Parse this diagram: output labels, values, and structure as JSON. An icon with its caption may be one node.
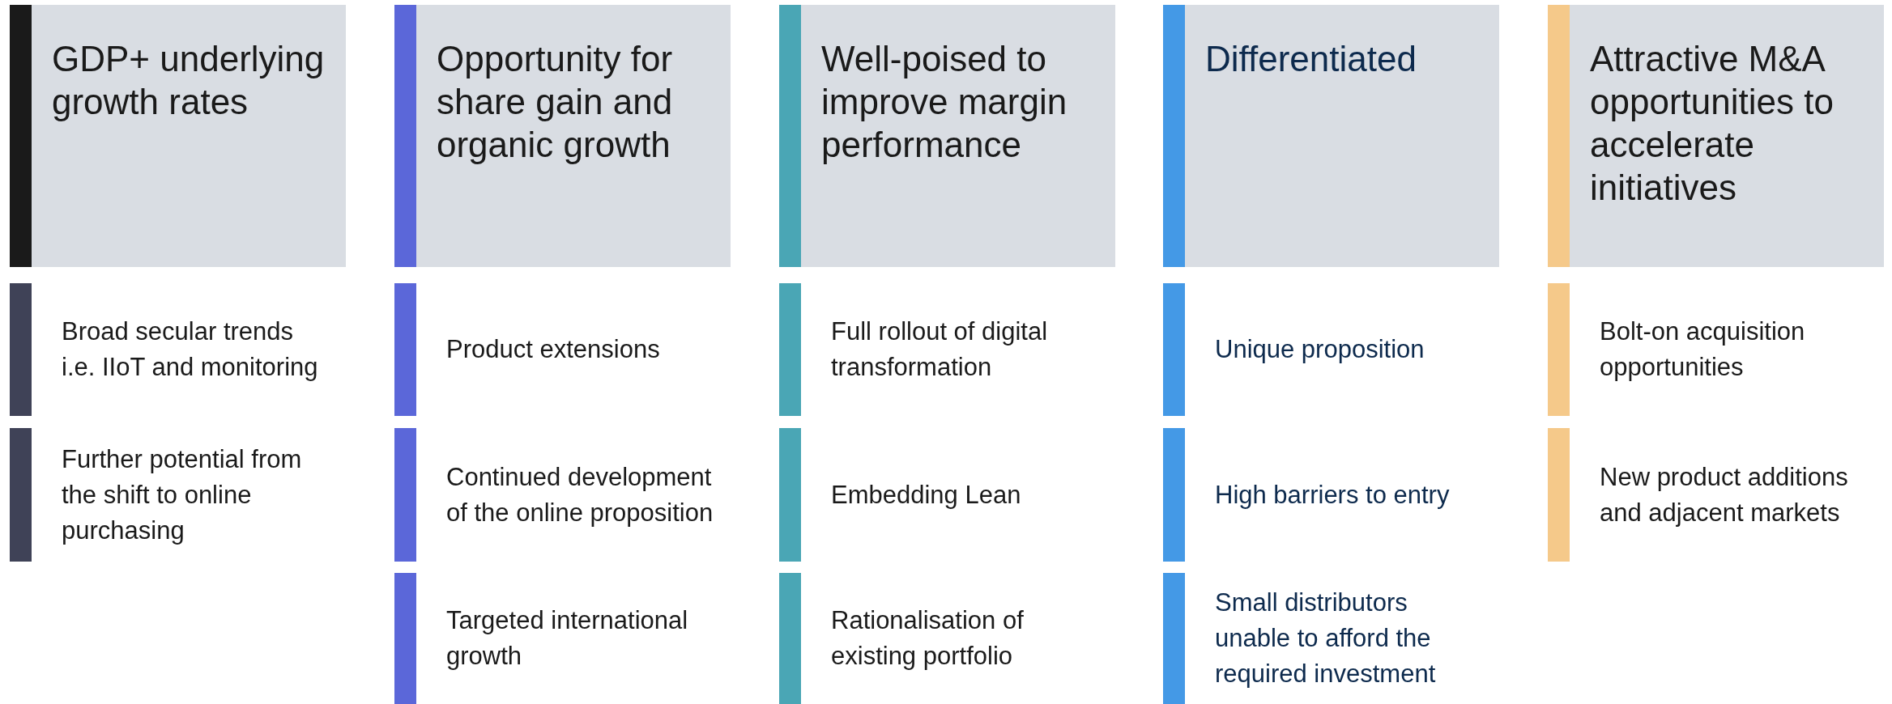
{
  "diagram": {
    "nodes": [
      {
        "text": [
          "GDP+ underlying growth rates"
        ]
      },
      {
        "text": [
          "Broad secular trends i.e. IIoT and monitoring"
        ]
      },
      {
        "text": [
          "Further potential from the shift to online purchasing"
        ]
      },
      {
        "text": [
          "Opportunity for share gain and organic growth"
        ]
      },
      {
        "text": [
          "Product extensions"
        ]
      },
      {
        "text": [
          "Continued development of the online proposition"
        ]
      },
      {
        "text": [
          "Targeted international growth"
        ]
      },
      {
        "text": [
          "Well-poised to improve margin performance"
        ]
      },
      {
        "text": [
          "Full rollout of digital transformation"
        ]
      },
      {
        "text": [
          "Embedding Lean"
        ]
      },
      {
        "text": [
          "Rationalisation of existing portfolio"
        ]
      },
      {
        "text": [
          "Differentiated"
        ]
      },
      {
        "text": [
          "Unique proposition"
        ]
      },
      {
        "text": [
          "High barriers to entry"
        ]
      },
      {
        "text": [
          "Small distributors unable to afford the required investment"
        ]
      },
      {
        "text": [
          "Attractive M&A opportunities to accelerate initiatives"
        ]
      },
      {
        "text": [
          "Bolt-on acquisition opportunities"
        ]
      },
      {
        "text": [
          "New product additions and adjacent markets"
        ]
      }
    ]
  }
}
